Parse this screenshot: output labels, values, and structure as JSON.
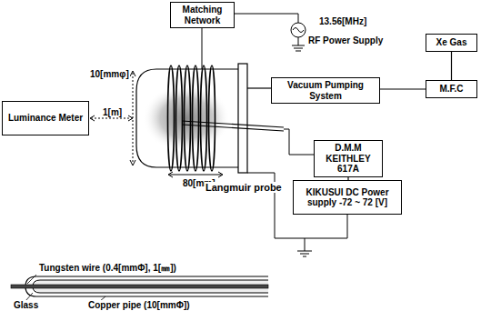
{
  "diagram": {
    "nodes": [
      {
        "text": [
          "Matching Network"
        ]
      },
      {
        "text": [
          "Xe Gas"
        ]
      },
      {
        "text": [
          "Vacuum Pumping System"
        ]
      },
      {
        "text": [
          "M.F.C"
        ]
      },
      {
        "text": [
          "Luminance Meter"
        ]
      },
      {
        "text": [
          "D.M.M KEITHLEY 617A"
        ]
      },
      {
        "text": [
          "KIKUSUI DC Power supply -72 ~ 72 [V]"
        ]
      }
    ],
    "edges": [
      {
        "from": 1,
        "to": 3,
        "arrow": "none"
      },
      {
        "from": 2,
        "to": 3,
        "arrow": "none"
      },
      {
        "from": 5,
        "to": 6,
        "arrow": "none"
      }
    ],
    "labels": [
      "13.56[MHz]",
      "RF Power Supply",
      "10[mmφ]",
      "1[m]",
      "80[mm]",
      "Langmuir probe",
      "Tungsten wire (0.4[mmΦ], 1[㎜])",
      "Glass",
      "Copper pipe (10[mmΦ])"
    ]
  }
}
